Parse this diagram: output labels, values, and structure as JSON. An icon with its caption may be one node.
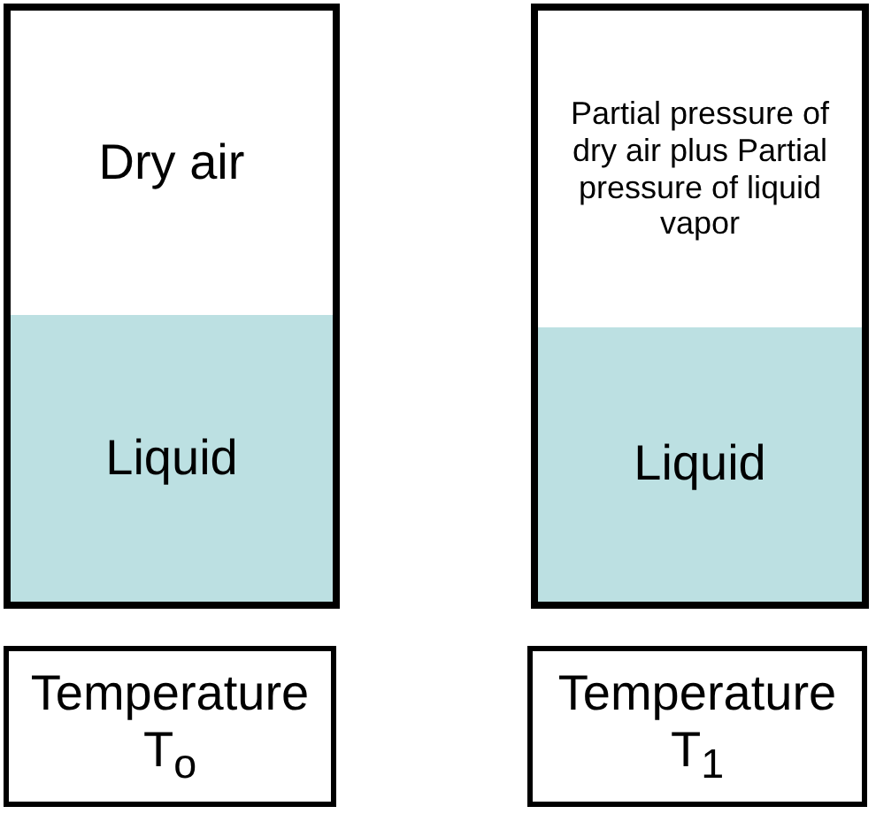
{
  "diagram": {
    "nodes": [
      {
        "text": [],
        "shape": "box"
      },
      {
        "text": [
          "Dry air"
        ],
        "in": 0
      },
      {
        "text": [
          "Liquid"
        ],
        "in": 0
      },
      {
        "text": [],
        "shape": "box"
      },
      {
        "text": [
          "Partial pressure of dry air plus Partial pressure of liquid vapor"
        ],
        "in": 3
      },
      {
        "text": [
          "Liquid"
        ],
        "in": 3
      },
      {
        "text": [
          "Temperature T$_{o}$"
        ]
      },
      {
        "text": [
          "Temperature T$_{1}$"
        ]
      }
    ],
    "edges": []
  }
}
